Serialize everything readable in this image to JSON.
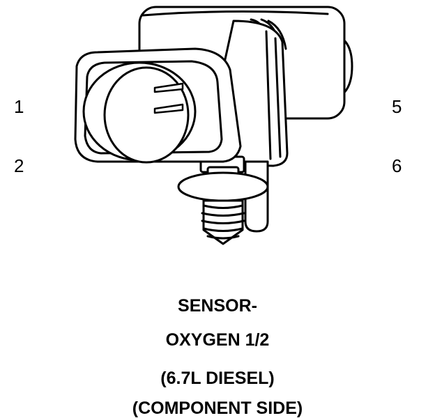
{
  "pins": {
    "left": [
      "1",
      "2"
    ],
    "right": [
      "5",
      "6"
    ]
  },
  "caption": {
    "line1": "SENSOR-",
    "line2": "OXYGEN 1/2",
    "line3": "(6.7L DIESEL)",
    "line4": "(COMPONENT SIDE)"
  }
}
